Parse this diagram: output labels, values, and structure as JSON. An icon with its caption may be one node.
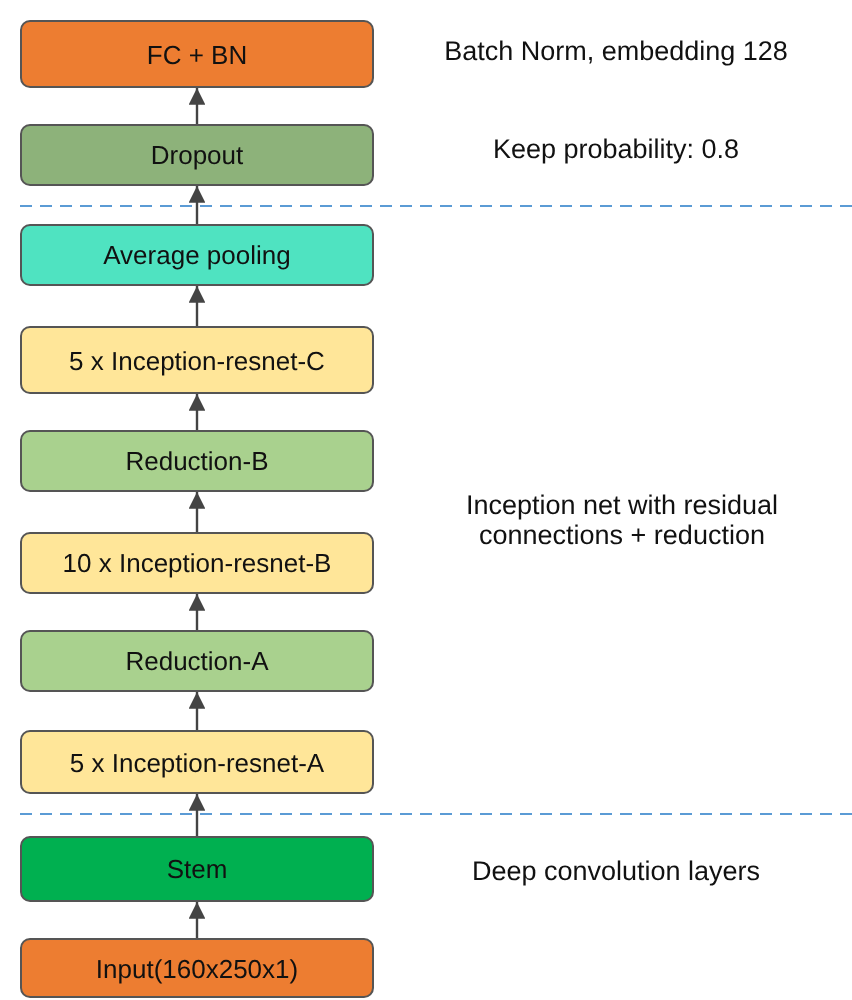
{
  "diagram": {
    "nodes": [
      {
        "text": [
          "FC + BN"
        ]
      },
      {
        "text": [
          "Dropout"
        ]
      },
      {
        "text": [
          "Average pooling"
        ]
      },
      {
        "text": [
          "5 x Inception-resnet-C"
        ]
      },
      {
        "text": [
          "Reduction-B"
        ]
      },
      {
        "text": [
          "10 x Inception-resnet-B"
        ]
      },
      {
        "text": [
          "Reduction-A"
        ]
      },
      {
        "text": [
          "5 x Inception-resnet-A"
        ]
      },
      {
        "text": [
          "Stem"
        ]
      },
      {
        "text": [
          "Input(160x250x1)"
        ]
      }
    ],
    "edges": [
      {
        "from": 9,
        "to": 8,
        "arrow": "to"
      },
      {
        "from": 8,
        "to": 7,
        "arrow": "to"
      },
      {
        "from": 7,
        "to": 6,
        "arrow": "to"
      },
      {
        "from": 6,
        "to": 5,
        "arrow": "to"
      },
      {
        "from": 5,
        "to": 4,
        "arrow": "to"
      },
      {
        "from": 4,
        "to": 3,
        "arrow": "to"
      },
      {
        "from": 3,
        "to": 2,
        "arrow": "to"
      },
      {
        "from": 2,
        "to": 1,
        "arrow": "to"
      },
      {
        "from": 1,
        "to": 0,
        "arrow": "to"
      }
    ],
    "labels": [
      "Batch Norm, embedding 128",
      "Keep probability: 0.8",
      "Inception net with residual connections + reduction",
      "Deep convolution layers"
    ]
  }
}
